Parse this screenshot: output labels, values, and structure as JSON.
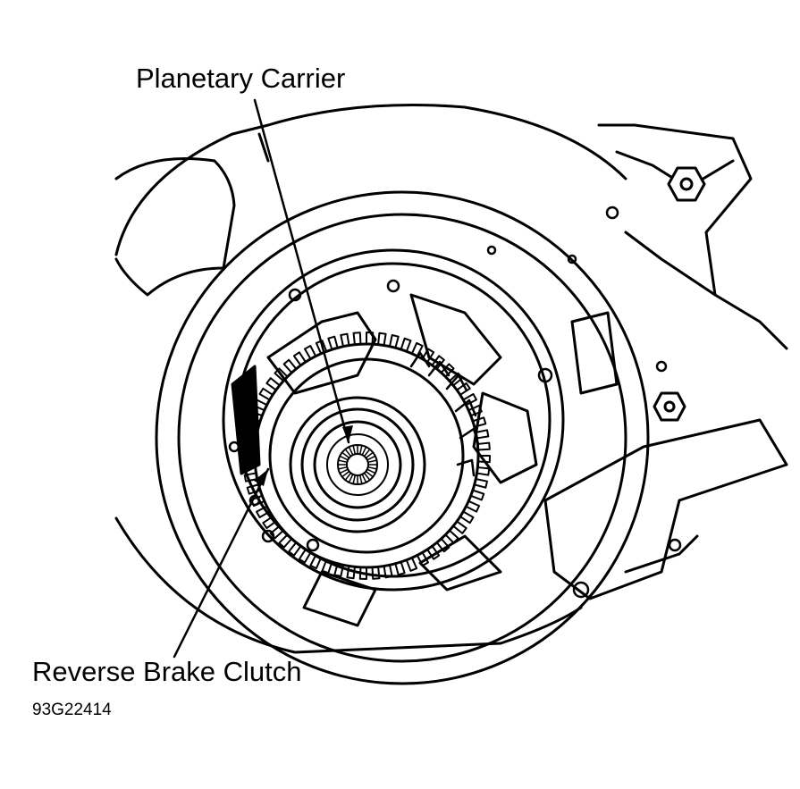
{
  "labels": {
    "planetary_carrier": "Planetary Carrier",
    "reverse_brake_clutch": "Reverse Brake Clutch",
    "figure_code": "93G22414"
  },
  "colors": {
    "line": "#000000",
    "background": "#ffffff"
  }
}
